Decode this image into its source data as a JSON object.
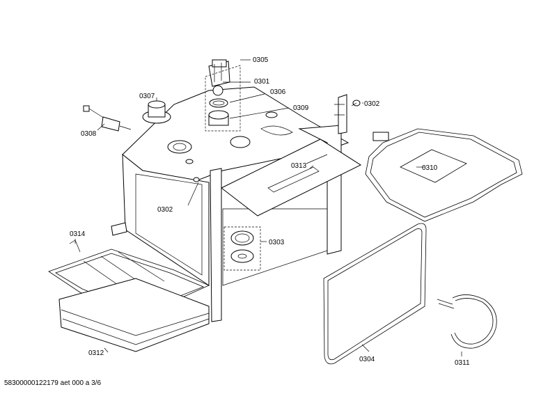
{
  "footer_text": "58300000122179 aet 000 a 3/6",
  "parts": {
    "p0305": "0305",
    "p0301": "0301",
    "p0306": "0306",
    "p0309": "0309",
    "p0307": "0307",
    "p0308": "0308",
    "p0302a": "0302",
    "p0302b": "0302",
    "p0313": "0313",
    "p0310": "0310",
    "p0303": "0303",
    "p0314": "0314",
    "p0312": "0312",
    "p0304": "0304",
    "p0311": "0311"
  }
}
